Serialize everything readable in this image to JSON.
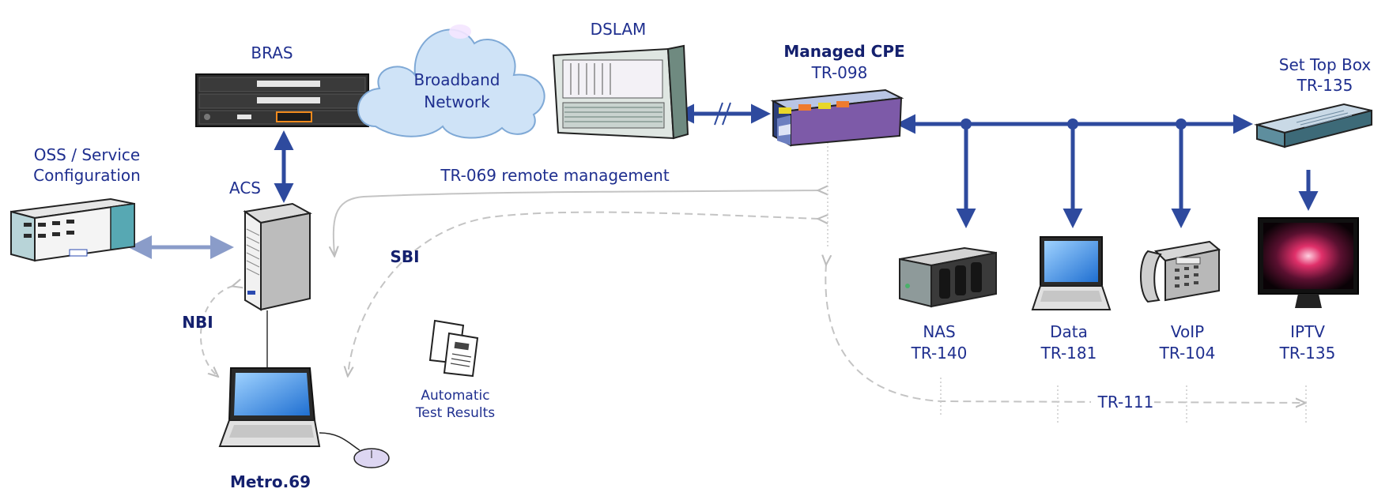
{
  "diagram": {
    "bras": "BRAS",
    "cloud": [
      "Broadband",
      "Network"
    ],
    "dslam": "DSLAM",
    "cpe": {
      "title": "Managed CPE",
      "spec": "TR-098"
    },
    "stb": {
      "title": "Set Top Box",
      "spec": "TR-135"
    },
    "oss": [
      "OSS / Service",
      "Configuration"
    ],
    "acs": "ACS",
    "remote_mgmt": "TR-069 remote management",
    "sbi": "SBI",
    "nbi": "NBI",
    "test_results": [
      "Automatic",
      "Test Results"
    ],
    "metro": "Metro.69",
    "nas": {
      "title": "NAS",
      "spec": "TR-140"
    },
    "data": {
      "title": "Data",
      "spec": "TR-181"
    },
    "voip": {
      "title": "VoIP",
      "spec": "TR-104"
    },
    "iptv": {
      "title": "IPTV",
      "spec": "TR-135"
    },
    "tr111": "TR-111"
  },
  "colors": {
    "link": "#2e4a9e",
    "label": "#1f2f8f",
    "dashed": "#bdbdbd",
    "cloud": "#cfe3f7"
  }
}
